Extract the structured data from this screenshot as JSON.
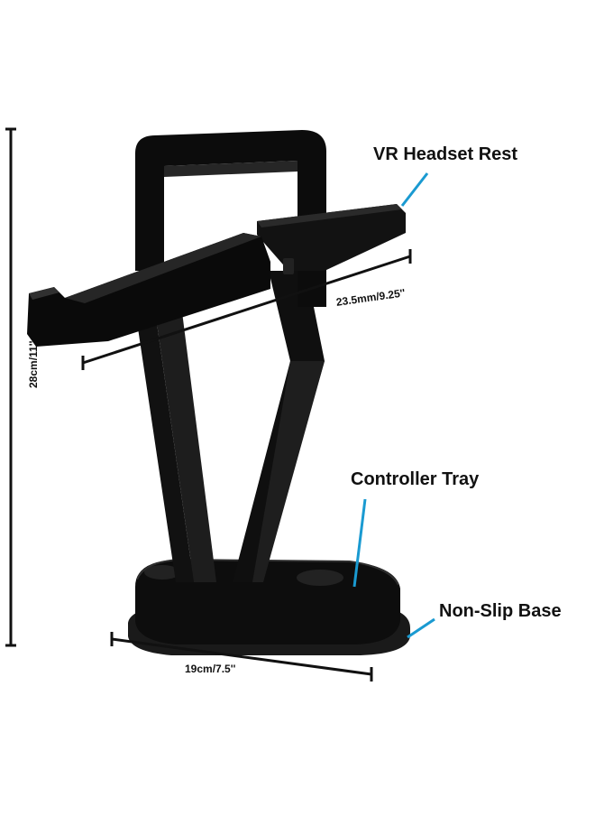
{
  "labels": {
    "headset_rest": "VR Headset Rest",
    "controller_tray": "Controller Tray",
    "non_slip_base": "Non-Slip Base"
  },
  "dimensions": {
    "height": "28cm/11''",
    "width": "23.5mm/9.25''",
    "base": "19cm/7.5''"
  },
  "colors": {
    "stand": "#0d0d0d",
    "stand_highlight": "#2a2a2a",
    "leader_line": "#1a9ad1",
    "dimension_line": "#111111"
  }
}
